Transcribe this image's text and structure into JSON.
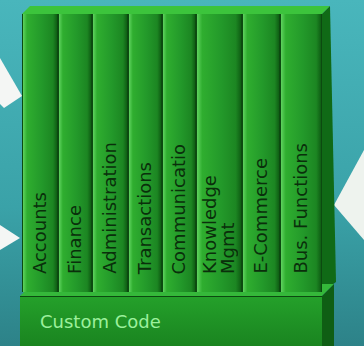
{
  "diagram": {
    "nodes": [
      {
        "text": [
          "Accounts"
        ]
      },
      {
        "text": [
          "Finance"
        ]
      },
      {
        "text": [
          "Administration"
        ]
      },
      {
        "text": [
          "Transactions"
        ]
      },
      {
        "text": [
          "Communicatio"
        ]
      },
      {
        "text": [
          "Knowledge Mgmt"
        ]
      },
      {
        "text": [
          "E-Commerce"
        ]
      },
      {
        "text": [
          "Bus. Functions"
        ]
      },
      {
        "text": [
          "Custom Code"
        ]
      }
    ]
  }
}
